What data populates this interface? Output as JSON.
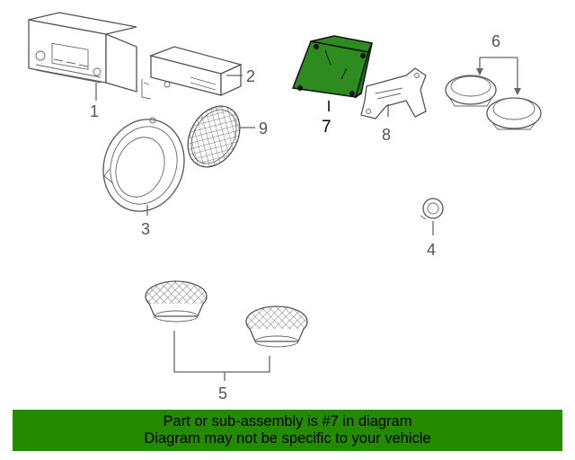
{
  "diagram": {
    "highlight_color": "#2e8b1f",
    "callouts": {
      "c1": "1",
      "c2": "2",
      "c3": "3",
      "c4": "4",
      "c5": "5",
      "c6": "6",
      "c7": "7",
      "c8": "8",
      "c9": "9"
    }
  },
  "banner": {
    "line1": "Part or sub-assembly is #7 in diagram",
    "line2": "Diagram may not be specific to your vehicle",
    "color": "#248a00"
  }
}
